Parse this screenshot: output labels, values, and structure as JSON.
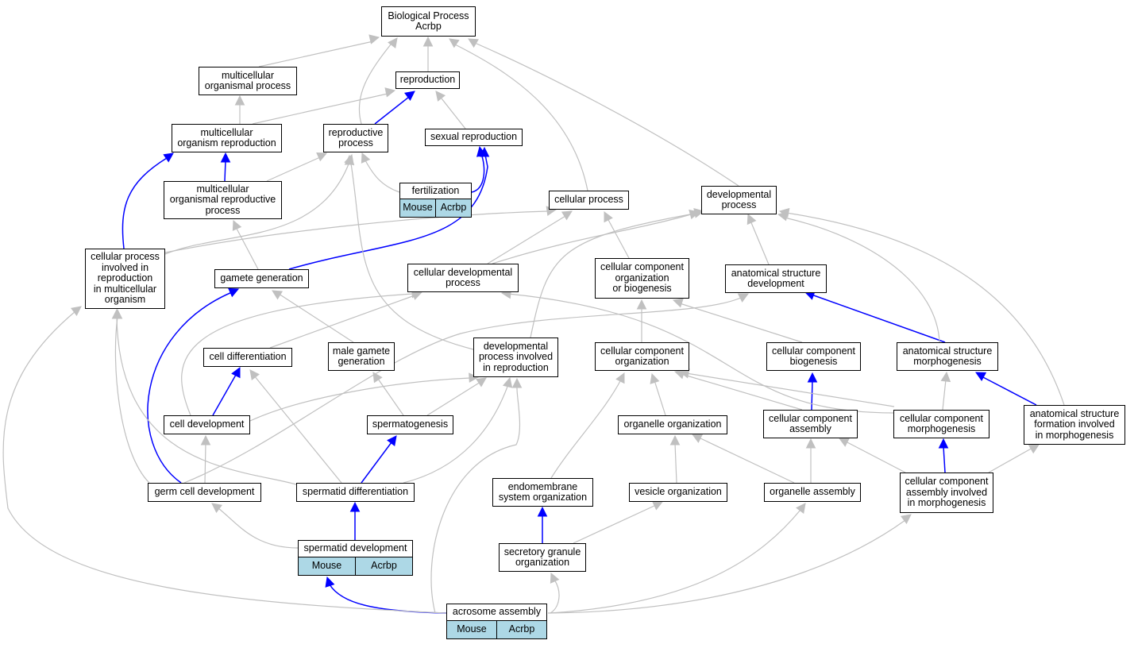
{
  "nodes": [
    {
      "id": "bp",
      "label": "Biological Process\nAcrbp"
    },
    {
      "id": "mop",
      "label": "multicellular\norganismal process"
    },
    {
      "id": "repro",
      "label": "reproduction"
    },
    {
      "id": "mor",
      "label": "multicellular\norganism reproduction"
    },
    {
      "id": "rp",
      "label": "reproductive\nprocess"
    },
    {
      "id": "sr",
      "label": "sexual reproduction"
    },
    {
      "id": "morp",
      "label": "multicellular\norganismal reproductive\nprocess"
    },
    {
      "id": "fert",
      "label": "fertilization",
      "cells": [
        "Mouse",
        "Acrbp"
      ]
    },
    {
      "id": "cp",
      "label": "cellular process"
    },
    {
      "id": "dp",
      "label": "developmental\nprocess"
    },
    {
      "id": "cpir",
      "label": "cellular process\ninvolved in\nreproduction\nin multicellular\norganism"
    },
    {
      "id": "gg",
      "label": "gamete generation"
    },
    {
      "id": "cdp",
      "label": "cellular developmental\nprocess"
    },
    {
      "id": "ccob",
      "label": "cellular component\norganization\nor biogenesis"
    },
    {
      "id": "asd",
      "label": "anatomical structure\ndevelopment"
    },
    {
      "id": "cd",
      "label": "cell differentiation"
    },
    {
      "id": "mgg",
      "label": "male gamete\ngeneration"
    },
    {
      "id": "dpir",
      "label": "developmental\nprocess involved\nin reproduction"
    },
    {
      "id": "cco",
      "label": "cellular component\norganization"
    },
    {
      "id": "ccb",
      "label": "cellular component\nbiogenesis"
    },
    {
      "id": "asm",
      "label": "anatomical structure\nmorphogenesis"
    },
    {
      "id": "cdev",
      "label": "cell development"
    },
    {
      "id": "sg",
      "label": "spermatogenesis"
    },
    {
      "id": "oo",
      "label": "organelle organization"
    },
    {
      "id": "cca",
      "label": "cellular component\nassembly"
    },
    {
      "id": "ccm",
      "label": "cellular component\nmorphogenesis"
    },
    {
      "id": "asf",
      "label": "anatomical structure\nformation involved\nin morphogenesis"
    },
    {
      "id": "gcd",
      "label": "germ cell development"
    },
    {
      "id": "sd",
      "label": "spermatid differentiation"
    },
    {
      "id": "eso",
      "label": "endomembrane\nsystem organization"
    },
    {
      "id": "vo",
      "label": "vesicle organization"
    },
    {
      "id": "oa",
      "label": "organelle assembly"
    },
    {
      "id": "ccaim",
      "label": "cellular component\nassembly involved\nin morphogenesis"
    },
    {
      "id": "sdev",
      "label": "spermatid development",
      "cells": [
        "Mouse",
        "Acrbp"
      ]
    },
    {
      "id": "sgo",
      "label": "secretory granule\norganization"
    },
    {
      "id": "aa",
      "label": "acrosome assembly",
      "cells": [
        "Mouse",
        "Acrbp"
      ]
    }
  ],
  "colors": {
    "is_a_edge": "#c0c0c0",
    "part_of_edge": "#0000ff",
    "annotated_cell": "#add8e6"
  }
}
